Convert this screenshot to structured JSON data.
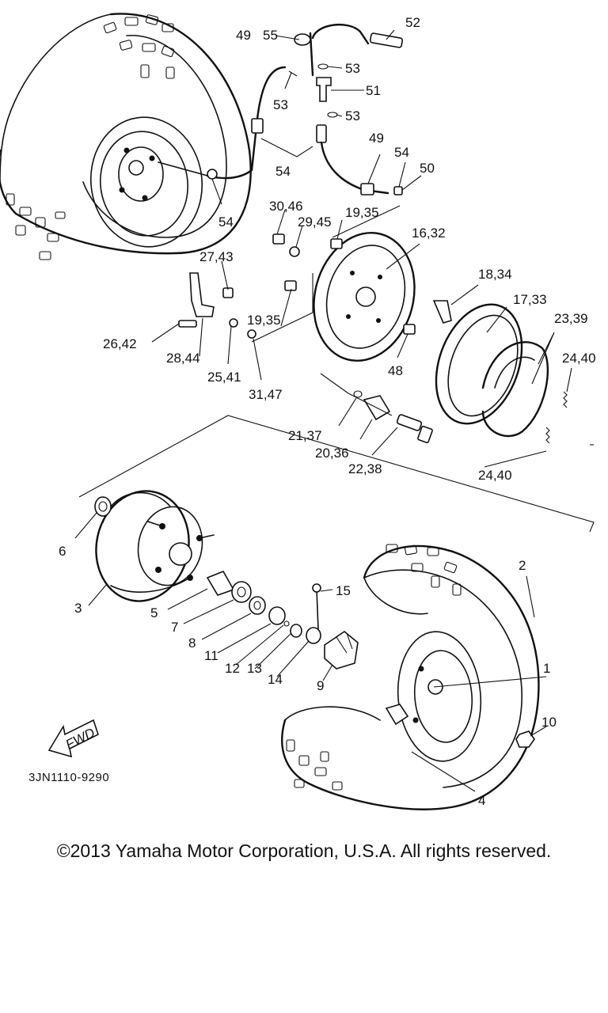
{
  "diagram": {
    "code": "3JN1110-9290",
    "fwd_label": "FWD",
    "labels": [
      {
        "id": "p1",
        "text": "1"
      },
      {
        "id": "p2",
        "text": "2"
      },
      {
        "id": "p3",
        "text": "3"
      },
      {
        "id": "p4",
        "text": "4"
      },
      {
        "id": "p5",
        "text": "5"
      },
      {
        "id": "p6",
        "text": "6"
      },
      {
        "id": "p7",
        "text": "7"
      },
      {
        "id": "p8",
        "text": "8"
      },
      {
        "id": "p9",
        "text": "9"
      },
      {
        "id": "p10",
        "text": "10"
      },
      {
        "id": "p11",
        "text": "11"
      },
      {
        "id": "p12",
        "text": "12"
      },
      {
        "id": "p13",
        "text": "13"
      },
      {
        "id": "p14",
        "text": "14"
      },
      {
        "id": "p15",
        "text": "15"
      },
      {
        "id": "p16",
        "text": "16,32"
      },
      {
        "id": "p17",
        "text": "17,33"
      },
      {
        "id": "p18",
        "text": "18,34"
      },
      {
        "id": "p19a",
        "text": "19,35"
      },
      {
        "id": "p19b",
        "text": "19,35"
      },
      {
        "id": "p20",
        "text": "20,36"
      },
      {
        "id": "p21",
        "text": "21,37"
      },
      {
        "id": "p22",
        "text": "22,38"
      },
      {
        "id": "p23",
        "text": "23,39"
      },
      {
        "id": "p24a",
        "text": "24,40"
      },
      {
        "id": "p24b",
        "text": "24,40"
      },
      {
        "id": "p25",
        "text": "25,41"
      },
      {
        "id": "p26",
        "text": "26,42"
      },
      {
        "id": "p27",
        "text": "27,43"
      },
      {
        "id": "p28",
        "text": "28,44"
      },
      {
        "id": "p29",
        "text": "29,45"
      },
      {
        "id": "p30",
        "text": "30,46"
      },
      {
        "id": "p31",
        "text": "31,47"
      },
      {
        "id": "p48",
        "text": "48"
      },
      {
        "id": "p49a",
        "text": "49"
      },
      {
        "id": "p49b",
        "text": "49"
      },
      {
        "id": "p50",
        "text": "50"
      },
      {
        "id": "p51",
        "text": "51"
      },
      {
        "id": "p52",
        "text": "52"
      },
      {
        "id": "p53a",
        "text": "53"
      },
      {
        "id": "p53b",
        "text": "53"
      },
      {
        "id": "p53c",
        "text": "53"
      },
      {
        "id": "p54a",
        "text": "54"
      },
      {
        "id": "p54b",
        "text": "54"
      },
      {
        "id": "p54c",
        "text": "54"
      },
      {
        "id": "p55",
        "text": "55"
      }
    ]
  },
  "footer": {
    "copyright": "©2013 Yamaha Motor Corporation, U.S.A. All rights reserved."
  }
}
